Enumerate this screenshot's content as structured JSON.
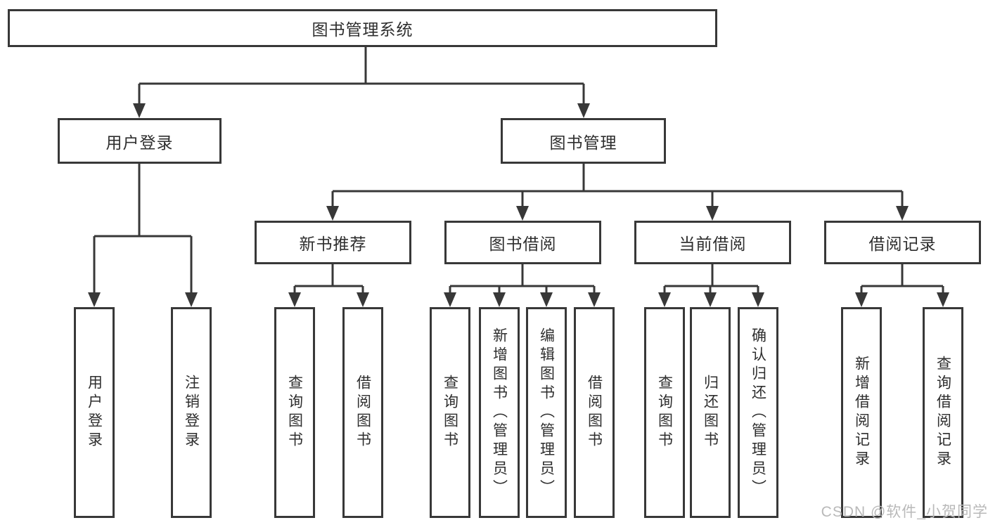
{
  "colors": {
    "line": "#383838",
    "box_border": "#383838",
    "text": "#2e2e2e",
    "background": "#ffffff",
    "watermark": "#b9b9b9"
  },
  "watermark": {
    "text": "CSDN @软件_小贺同学"
  },
  "tree": {
    "root": {
      "label": "图书管理系统"
    },
    "level2": [
      {
        "label": "用户登录",
        "children": [
          {
            "label": "用户登录"
          },
          {
            "label": "注销登录"
          }
        ]
      },
      {
        "label": "图书管理"
      }
    ],
    "level3": [
      {
        "label": "新书推荐",
        "children": [
          {
            "label": "查询图书"
          },
          {
            "label": "借阅图书"
          }
        ]
      },
      {
        "label": "图书借阅",
        "children": [
          {
            "label": "查询图书"
          },
          {
            "label": "新增图书（管理员）"
          },
          {
            "label": "编辑图书（管理员）"
          },
          {
            "label": "借阅图书"
          }
        ]
      },
      {
        "label": "当前借阅",
        "children": [
          {
            "label": "查询图书"
          },
          {
            "label": "归还图书"
          },
          {
            "label": "确认归还（管理员）"
          }
        ]
      },
      {
        "label": "借阅记录",
        "children": [
          {
            "label": "新增借阅记录"
          },
          {
            "label": "查询借阅记录"
          }
        ]
      }
    ]
  }
}
